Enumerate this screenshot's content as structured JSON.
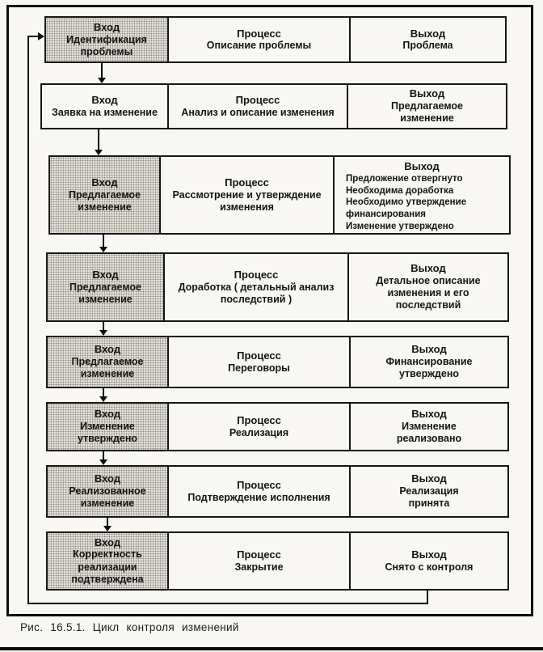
{
  "figure": {
    "caption": "Рис. 16.5.1. Цикл контроля изменений"
  },
  "flow": {
    "rows": [
      {
        "input": {
          "header": "Вход",
          "text": "Идентификация\nпроблемы"
        },
        "process": {
          "header": "Процесс",
          "text": "Описание проблемы"
        },
        "output": {
          "header": "Выход",
          "text": "Проблема"
        }
      },
      {
        "input": {
          "header": "Вход",
          "text": "Заявка на изменение"
        },
        "process": {
          "header": "Процесс",
          "text": "Анализ и описание изменения"
        },
        "output": {
          "header": "Выход",
          "text": "Предлагаемое\nизменение"
        }
      },
      {
        "input": {
          "header": "Вход",
          "text": "Предлагаемое\nизменение"
        },
        "process": {
          "header": "Процесс",
          "text": "Рассмотрение и утверждение\nизменения"
        },
        "output": {
          "header": "Выход",
          "text": "Предложение отвергнуто\nНеобходима доработка\nНеобходимо утверждение\nфинансирования\nИзменение утверждено"
        }
      },
      {
        "input": {
          "header": "Вход",
          "text": "Предлагаемое\nизменение"
        },
        "process": {
          "header": "Процесс",
          "text": "Доработка ( детальный анализ\nпоследствий )"
        },
        "output": {
          "header": "Выход",
          "text": "Детальное описание\nизменения и его\nпоследствий"
        }
      },
      {
        "input": {
          "header": "Вход",
          "text": "Предлагаемое\nизменение"
        },
        "process": {
          "header": "Процесс",
          "text": "Переговоры"
        },
        "output": {
          "header": "Выход",
          "text": "Финансирование\nутверждено"
        }
      },
      {
        "input": {
          "header": "Вход",
          "text": "Изменение\nутверждено"
        },
        "process": {
          "header": "Процесс",
          "text": "Реализация"
        },
        "output": {
          "header": "Выход",
          "text": "Изменение\nреализовано"
        }
      },
      {
        "input": {
          "header": "Вход",
          "text": "Реализованное\nизменение"
        },
        "process": {
          "header": "Процесс",
          "text": "Подтверждение исполнения"
        },
        "output": {
          "header": "Выход",
          "text": "Реализация\nпринята"
        }
      },
      {
        "input": {
          "header": "Вход",
          "text": "Корректность\nреализации\nподтверждена"
        },
        "process": {
          "header": "Процесс",
          "text": "Закрытие"
        },
        "output": {
          "header": "Выход",
          "text": "Снято с контроля"
        }
      }
    ]
  }
}
